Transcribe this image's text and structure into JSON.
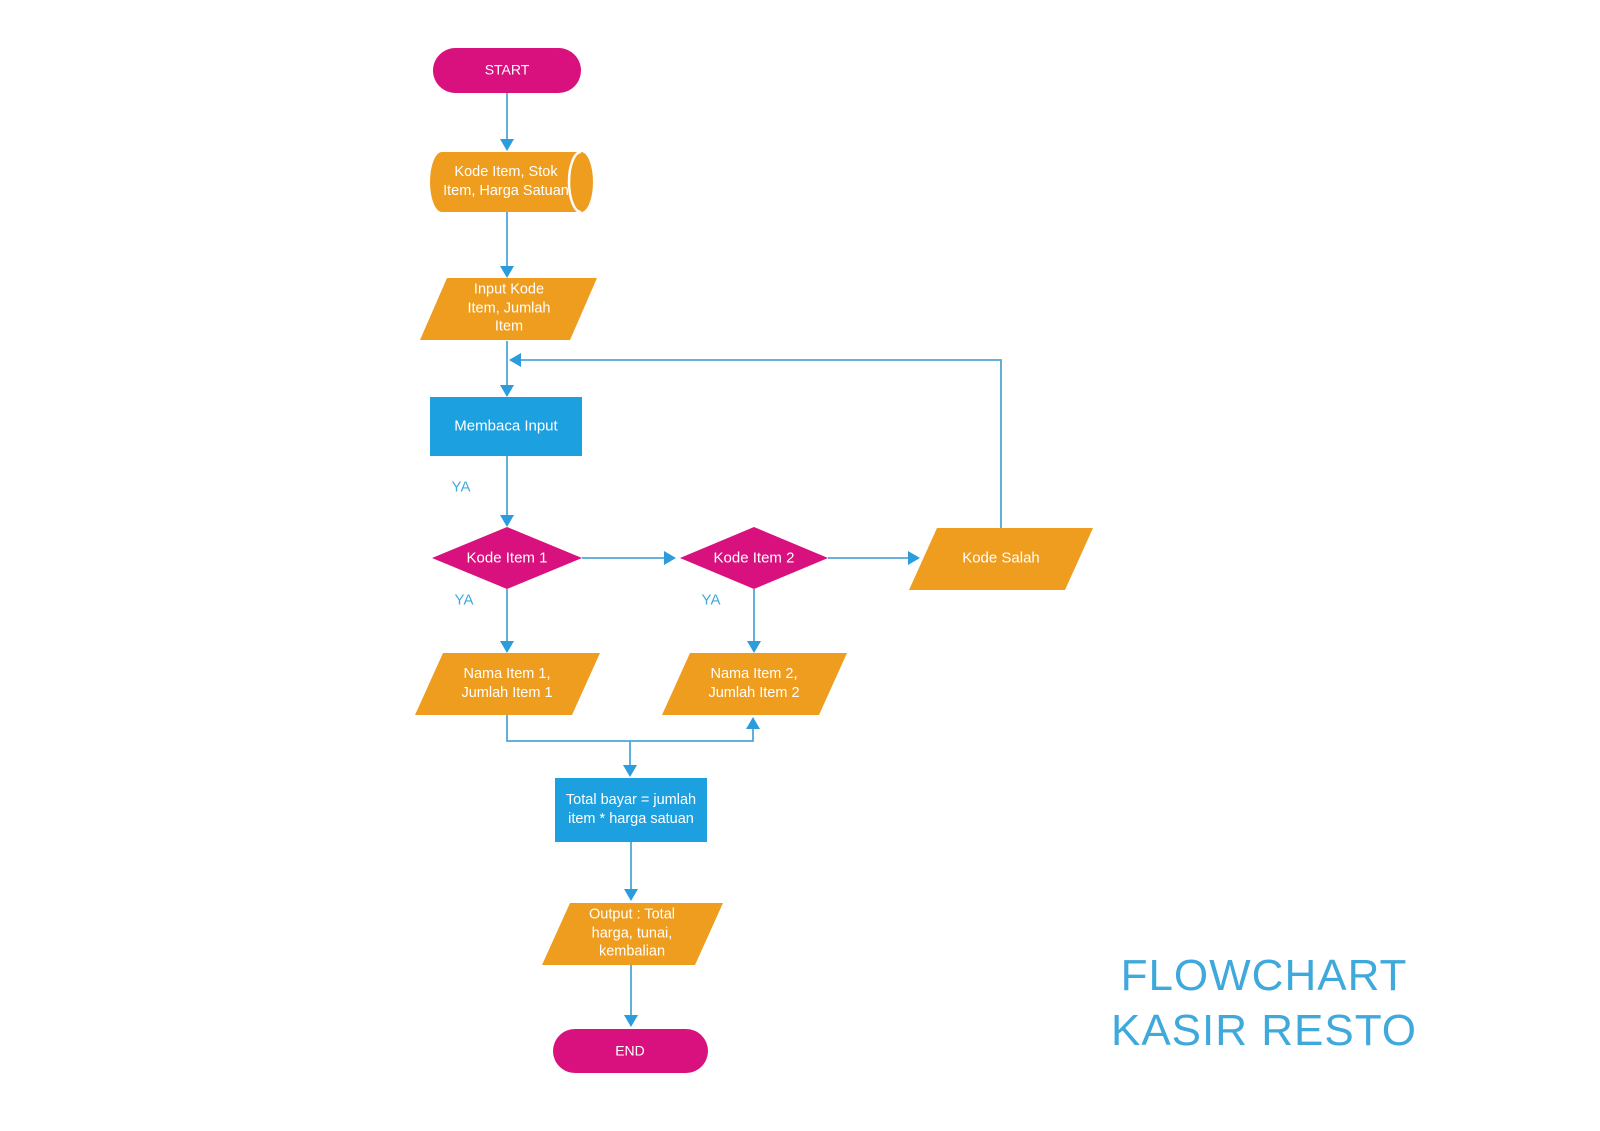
{
  "title": {
    "line1": "FLOWCHART",
    "line2": "KASIR RESTO"
  },
  "colors": {
    "pink": "#D9117E",
    "orange": "#EF9D1E",
    "blue": "#1CA0DF",
    "line": "#4FA7D8",
    "arrow": "#2B9CDC",
    "label": "#3FA9DC"
  },
  "nodes": {
    "start": {
      "type": "terminator",
      "label": "START"
    },
    "stored_data": {
      "type": "stored-data",
      "lines": [
        "Kode Item, Stok",
        "Item, Harga Satuan"
      ]
    },
    "input": {
      "type": "input-output",
      "lines": [
        "Input Kode",
        "Item, Jumlah",
        "Item"
      ]
    },
    "membaca": {
      "type": "process",
      "label": "Membaca Input"
    },
    "kode_item_1": {
      "type": "decision",
      "label": "Kode Item 1"
    },
    "kode_item_2": {
      "type": "decision",
      "label": "Kode Item 2"
    },
    "kode_salah": {
      "type": "input-output",
      "label": "Kode Salah"
    },
    "nama_item_1": {
      "type": "input-output",
      "lines": [
        "Nama Item 1,",
        "Jumlah Item 1"
      ]
    },
    "nama_item_2": {
      "type": "input-output",
      "lines": [
        "Nama Item 2,",
        "Jumlah Item 2"
      ]
    },
    "total_bayar": {
      "type": "process",
      "lines": [
        "Total bayar = jumlah",
        "item * harga satuan"
      ]
    },
    "output": {
      "type": "input-output",
      "lines": [
        "Output : Total",
        "harga, tunai,",
        "kembalian"
      ]
    },
    "end": {
      "type": "terminator",
      "label": "END"
    }
  },
  "edge_labels": {
    "membaca_to_kode1": "YA",
    "kode1_to_nama1": "YA",
    "kode2_to_nama2": "YA"
  }
}
